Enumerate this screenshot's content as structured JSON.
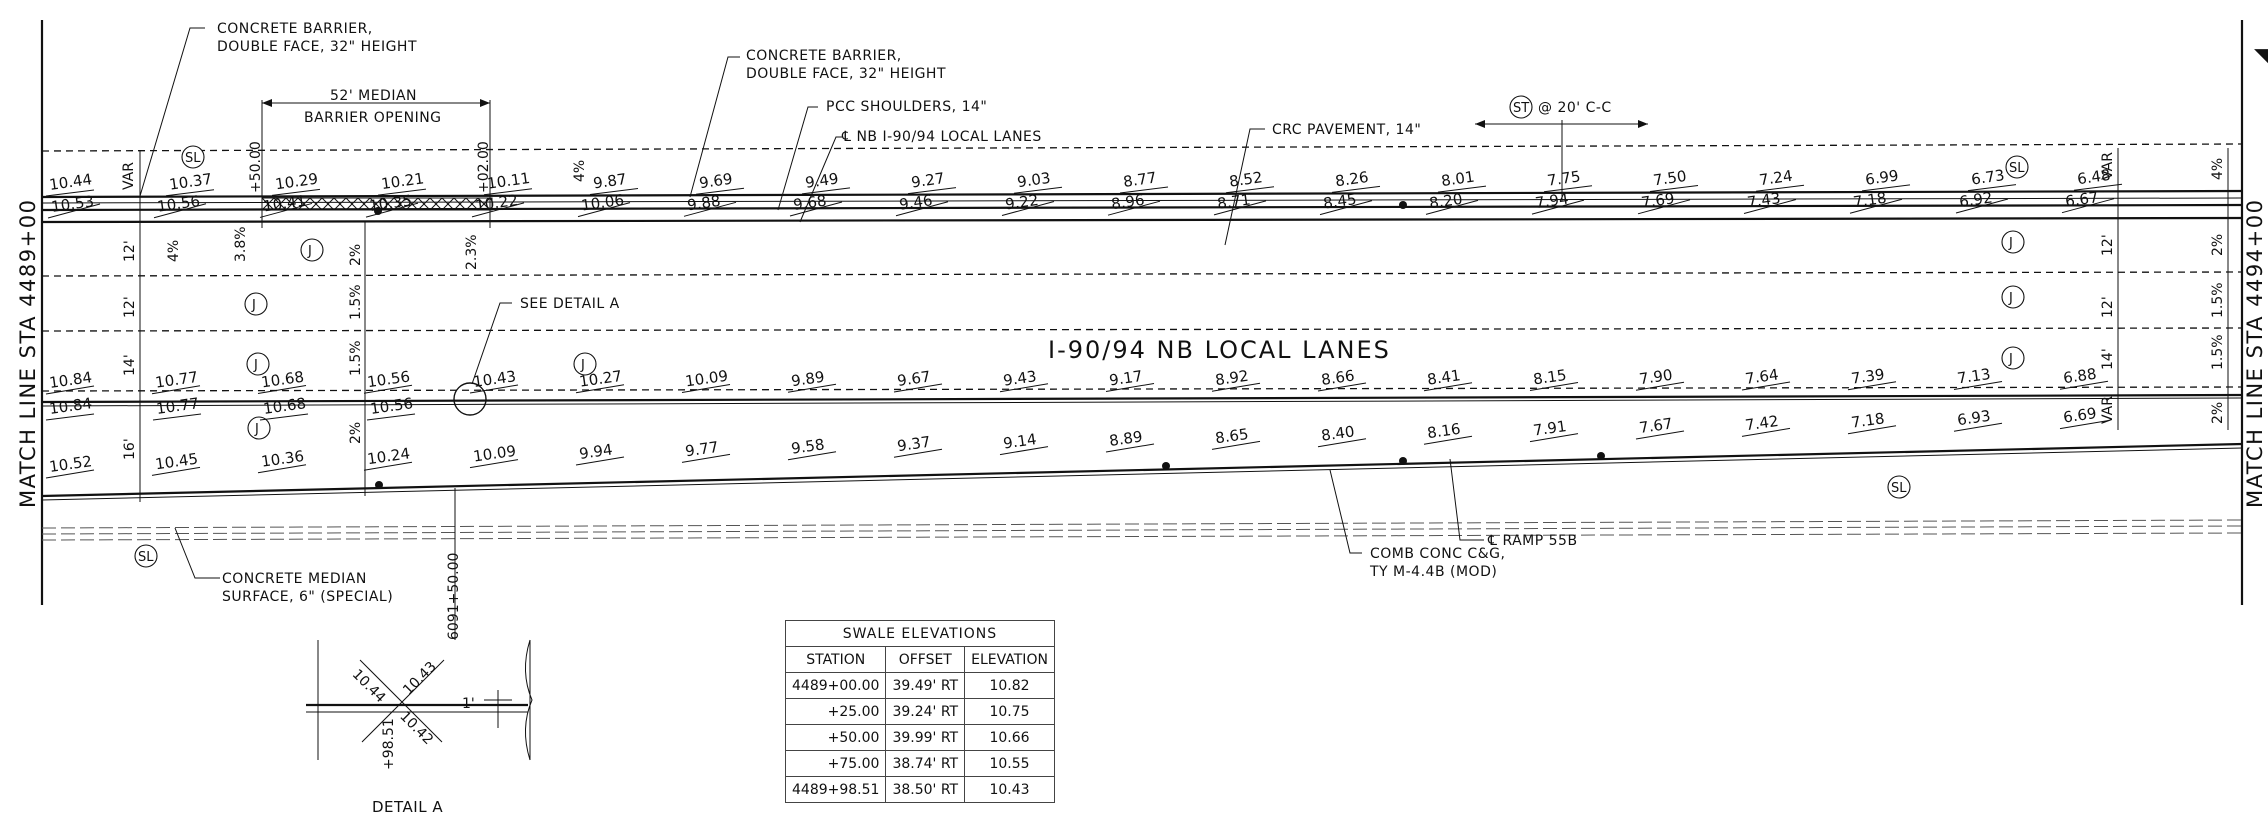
{
  "sheet": {
    "match_line_left": "MATCH LINE STA 4489+00",
    "match_line_right": "MATCH LINE STA 4494+00",
    "roadway_title": "I-90/94 NB LOCAL LANES",
    "sheet_corner_mark": "◥"
  },
  "callouts": {
    "barrier_left": [
      "CONCRETE BARRIER,",
      "DOUBLE FACE, 32\" HEIGHT"
    ],
    "barrier_mid": [
      "CONCRETE BARRIER,",
      "DOUBLE FACE, 32\" HEIGHT"
    ],
    "median_opening": [
      "52' MEDIAN",
      "BARRIER OPENING"
    ],
    "pcc_shoulders": "PCC SHOULDERS, 14\"",
    "centerline_local": "℄ NB I-90/94 LOCAL LANES",
    "crc_pavement": "CRC PAVEMENT, 14\"",
    "st_spacing": "@ 20' C-C",
    "see_detail": "SEE DETAIL A",
    "ramp_centerline": "℄ RAMP 55B",
    "comb_curb": [
      "COMB CONC C&G,",
      "TY M-4.4B (MOD)"
    ],
    "median_surface": [
      "CONCRETE MEDIAN",
      "SURFACE, 6\" (SPECIAL)"
    ],
    "station_plus50": "+50.00",
    "station_plus02": "+02.00",
    "station_vertical": "6091+50.00"
  },
  "symbols": {
    "sl": "SL",
    "j": "J",
    "st": "ST"
  },
  "dimensions": {
    "left_widths": [
      "VAR",
      "12'",
      "12'",
      "14'",
      "16'"
    ],
    "right_widths": [
      "VAR",
      "12'",
      "12'",
      "14'",
      "VAR"
    ],
    "slopes_left": [
      "4%",
      "3.8%",
      "2%",
      "1.5%",
      "1.5%",
      "2%",
      "2.3%"
    ],
    "slopes_right": [
      "4%",
      "2%",
      "1.5%",
      "1.5%",
      "2%"
    ]
  },
  "elevations": {
    "row_barrier_top": [
      "10.44",
      "10.37",
      "10.29",
      "10.21",
      "10.11",
      "9.87",
      "9.69",
      "9.49",
      "9.27",
      "9.03",
      "8.77",
      "8.52",
      "8.26",
      "8.01",
      "7.75",
      "7.50",
      "7.24",
      "6.99",
      "6.73",
      "6.48"
    ],
    "row_barrier_bottom": [
      "10.53",
      "10.56",
      "10.41",
      "10.35",
      "10.22",
      "10.06",
      "9.88",
      "9.68",
      "9.46",
      "9.22",
      "8.96",
      "8.71",
      "8.45",
      "8.20",
      "7.94",
      "7.69",
      "7.43",
      "7.18",
      "6.92",
      "6.67"
    ],
    "row_gutter_top": [
      "10.84",
      "10.77",
      "10.68",
      "10.56",
      "10.43",
      "10.27",
      "10.09",
      "9.89",
      "9.67",
      "9.43",
      "9.17",
      "8.92",
      "8.66",
      "8.41",
      "8.15",
      "7.90",
      "7.64",
      "7.39",
      "7.13",
      "6.88"
    ],
    "row_gutter_bottom": [
      "10.84",
      "10.77",
      "10.68",
      "10.56"
    ],
    "row_edge": [
      "10.52",
      "10.45",
      "10.36",
      "10.24",
      "10.09",
      "9.94",
      "9.77",
      "9.58",
      "9.37",
      "9.14",
      "8.89",
      "8.65",
      "8.40",
      "8.16",
      "7.91",
      "7.67",
      "7.42",
      "7.18",
      "6.93",
      "6.69"
    ]
  },
  "detail_a": {
    "title": "DETAIL A",
    "values": [
      "10.44",
      "10.43",
      "10.42"
    ],
    "station": "+98.51",
    "dim": "1'"
  },
  "swale_table": {
    "caption": "SWALE ELEVATIONS",
    "headers": [
      "STATION",
      "OFFSET",
      "ELEVATION"
    ],
    "rows": [
      [
        "4489+00.00",
        "39.49' RT",
        "10.82"
      ],
      [
        "+25.00",
        "39.24' RT",
        "10.75"
      ],
      [
        "+50.00",
        "39.99' RT",
        "10.66"
      ],
      [
        "+75.00",
        "38.74' RT",
        "10.55"
      ],
      [
        "4489+98.51",
        "38.50' RT",
        "10.43"
      ]
    ]
  }
}
